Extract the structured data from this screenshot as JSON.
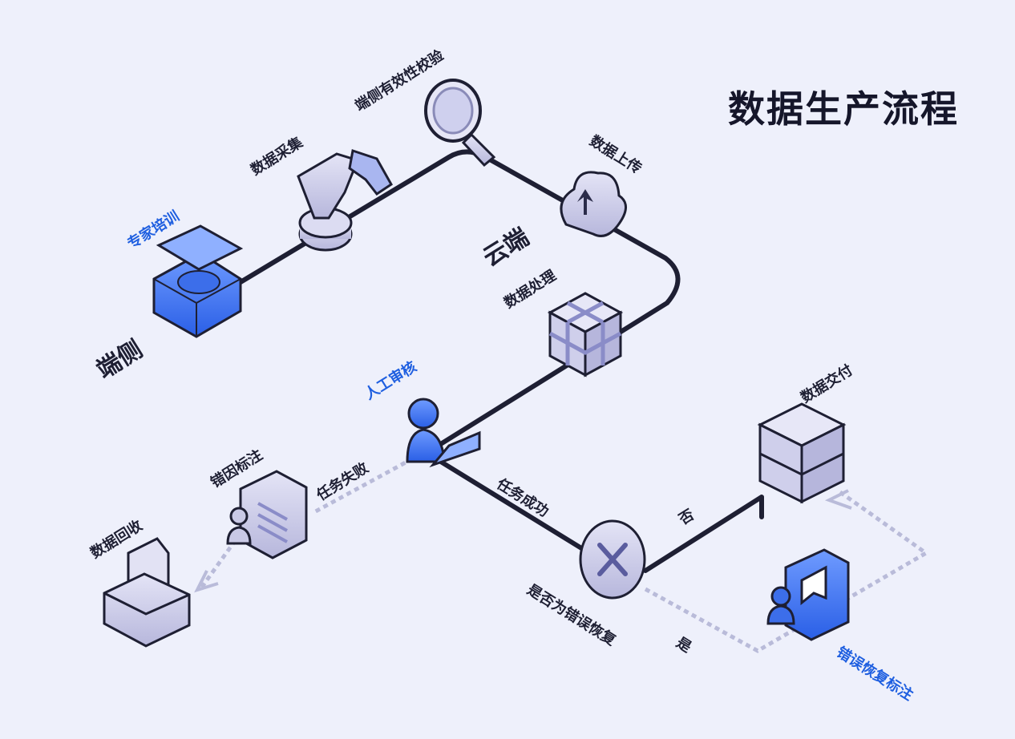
{
  "title": "数据生产流程",
  "zones": {
    "edge": "端侧",
    "cloud": "云端"
  },
  "nodes": {
    "expert_training": "专家培训",
    "data_collection": "数据采集",
    "edge_validation": "端侧有效性校验",
    "data_upload": "数据上传",
    "data_processing": "数据处理",
    "manual_review": "人工审核",
    "error_annotation": "错因标注",
    "data_recall": "数据回收",
    "error_check": "是否为错误恢复",
    "data_delivery": "数据交付",
    "error_recovery_annotation": "错误恢复标注"
  },
  "edges": {
    "task_fail": "任务失败",
    "task_success": "任务成功",
    "no": "否",
    "yes": "是"
  },
  "colors": {
    "background": "#eef0fb",
    "line": "#1e1f33",
    "dashed": "#b9bbd9",
    "accent_blue": "#1f5fe0",
    "node_lilac": "#c9c9e6"
  }
}
